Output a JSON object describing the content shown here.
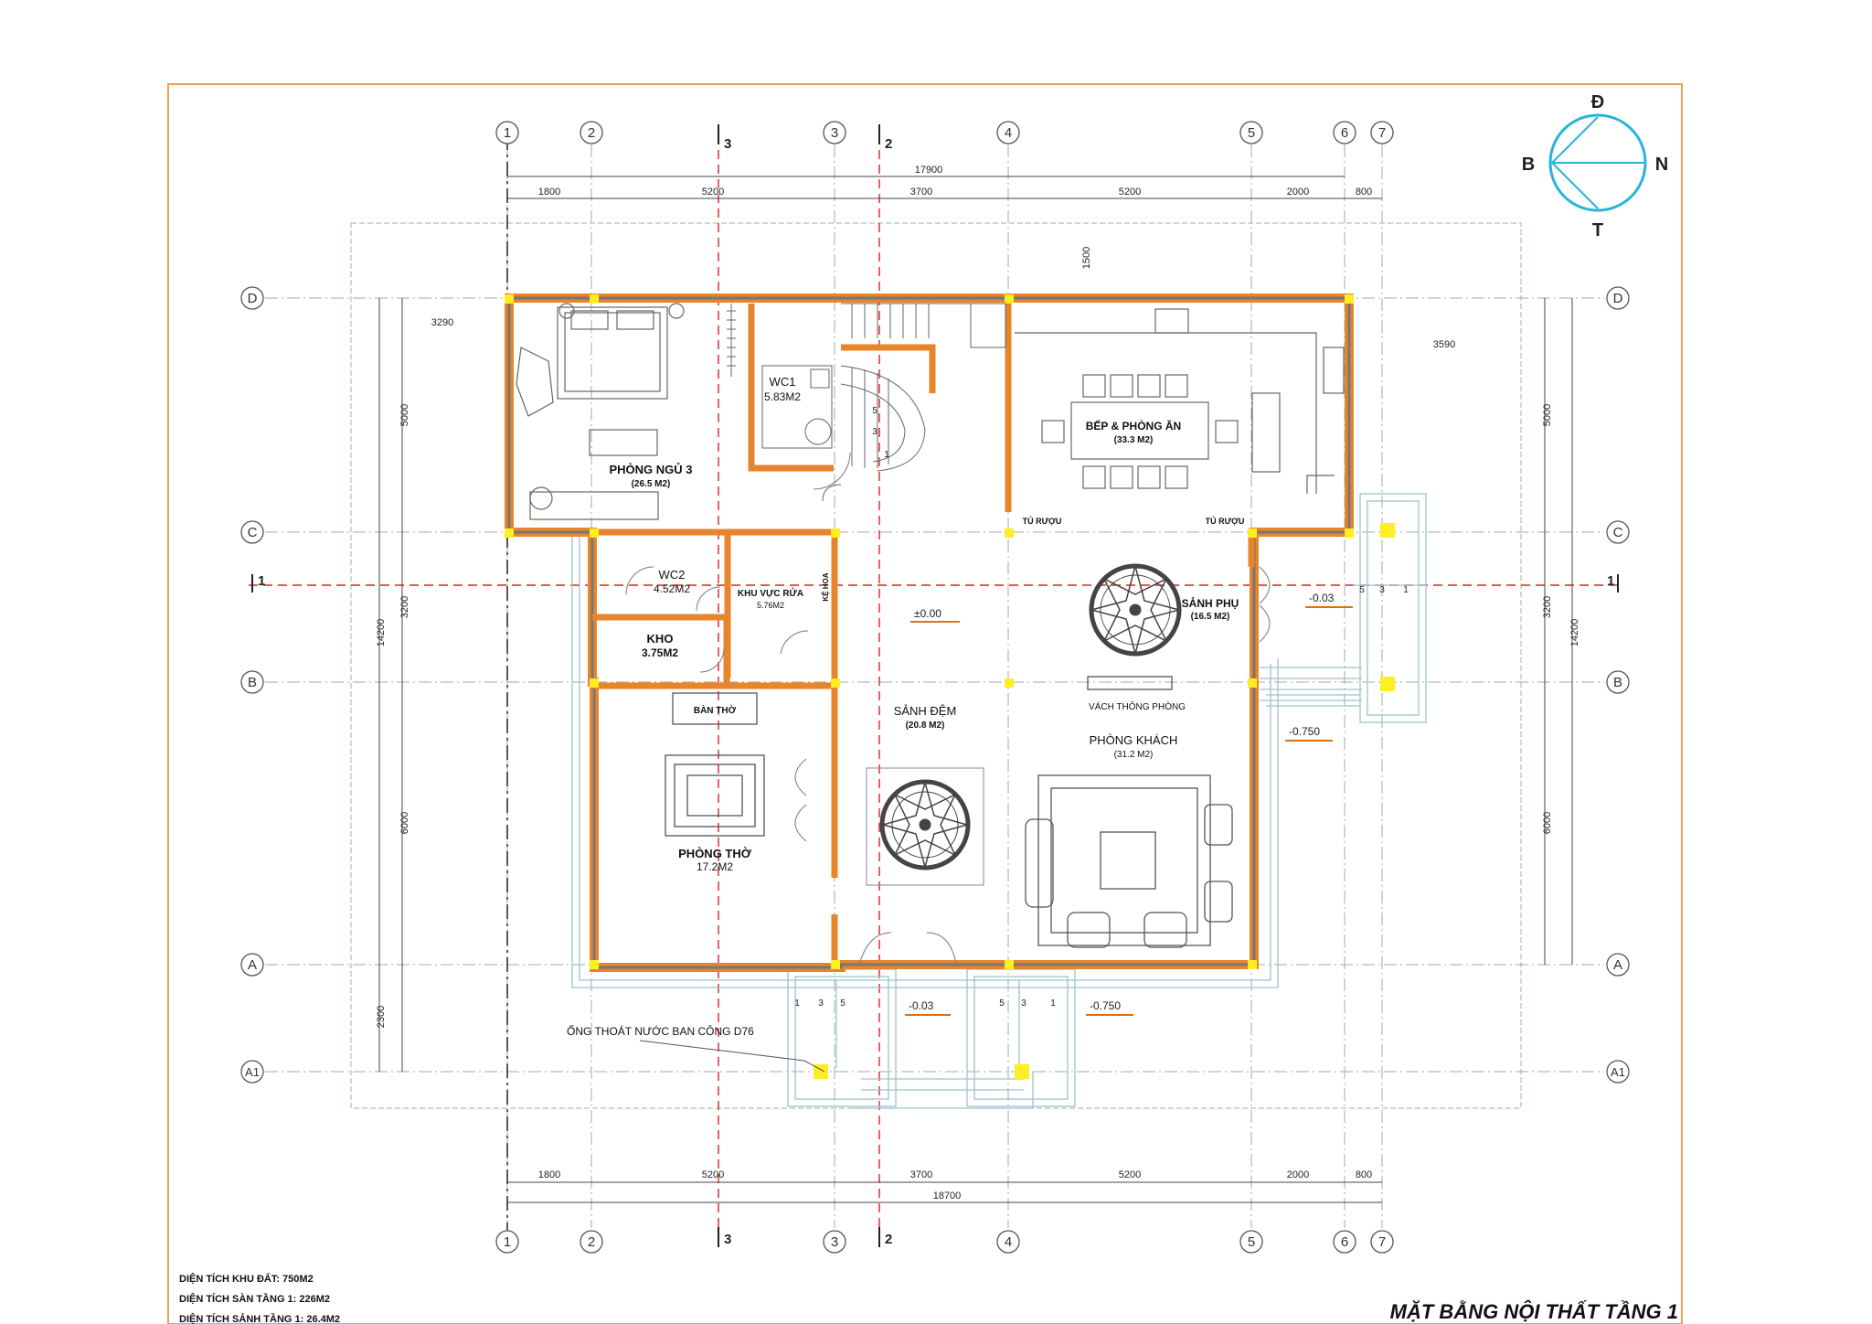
{
  "title": "MẶT BẰNG NỘI THẤT TẦNG 1",
  "site_info": [
    "DIỆN TÍCH KHU ĐẤT: 750M2",
    "DIỆN TÍCH SÀN TẦNG 1: 226M2",
    "DIỆN TÍCH SẢNH TẦNG 1: 26.4M2"
  ],
  "compass": {
    "top": "Đ",
    "left": "B",
    "right": "N",
    "bottom": "T"
  },
  "grid_columns": [
    "1",
    "2",
    "3",
    "4",
    "5",
    "6",
    "7"
  ],
  "grid_rows": [
    "D",
    "C",
    "B",
    "A",
    "A1"
  ],
  "sections": {
    "a": "3",
    "b": "2",
    "c": "1"
  },
  "dimensions": {
    "top_total": "17900",
    "bottom_total": "18700",
    "column_spans": [
      "1800",
      "5200",
      "3700",
      "5200",
      "2000",
      "800"
    ],
    "left_total": "14200",
    "left_spans": [
      "5000",
      "3200",
      "6000",
      "2300"
    ],
    "right_total": "14200",
    "right_spans": [
      "5000",
      "3200",
      "6000"
    ],
    "offset_top": "1500",
    "offset_left": "3290",
    "offset_right": "3590"
  },
  "rooms": {
    "bedroom": {
      "name": "PHÒNG NGỦ 3",
      "area": "(26.5 M2)"
    },
    "wc1": {
      "name": "WC1",
      "area": "5.83M2"
    },
    "kitchen": {
      "name": "BẾP & PHÒNG ĂN",
      "area": "(33.3 M2)"
    },
    "wc2": {
      "name": "WC2",
      "area": "4.52M2"
    },
    "wash": {
      "name": "KHU VỰC RỬA",
      "area": "5.76M2"
    },
    "flower": {
      "name": "KỆ HOA"
    },
    "storage": {
      "name": "KHO",
      "area": "3.75M2"
    },
    "altar_table": {
      "name": "BÀN THỜ"
    },
    "worship": {
      "name": "PHÒNG THỜ",
      "area": "17.2M2"
    },
    "lobby": {
      "name": "SẢNH ĐỆM",
      "area": "(20.8 M2)"
    },
    "side_lobby": {
      "name": "SẢNH PHỤ",
      "area": "(16.5 M2)"
    },
    "living": {
      "name": "PHÒNG KHÁCH",
      "area": "(31.2 M2)"
    },
    "vent": {
      "name": "VÁCH THÔNG PHÒNG"
    },
    "wine1": {
      "name": "TỦ RƯỢU"
    },
    "wine2": {
      "name": "TỦ RƯỢU"
    }
  },
  "levels": {
    "floor": "±0.00",
    "side_step": "-0.03",
    "side_ground": "-0.750",
    "front_step": "-0.03",
    "front_ground": "-0.750"
  },
  "drain_note": "ỐNG THOÁT NƯỚC BAN CÔNG D76",
  "stair_numbers": {
    "main": [
      "5",
      "3",
      "1"
    ],
    "side": [
      "5",
      "3",
      "1"
    ],
    "front_left": [
      "1",
      "3",
      "5"
    ],
    "front_right": [
      "5",
      "3",
      "1"
    ]
  },
  "colors": {
    "frame": "#f0a050",
    "wall": "#e8842a",
    "column": "#ffee22",
    "grid": "#a0a8b0",
    "axis_red": "#e02020",
    "compass": "#28b4d8",
    "terrace": "#9cc4cc",
    "level_mark": "#e07010",
    "ink": "#222222"
  }
}
